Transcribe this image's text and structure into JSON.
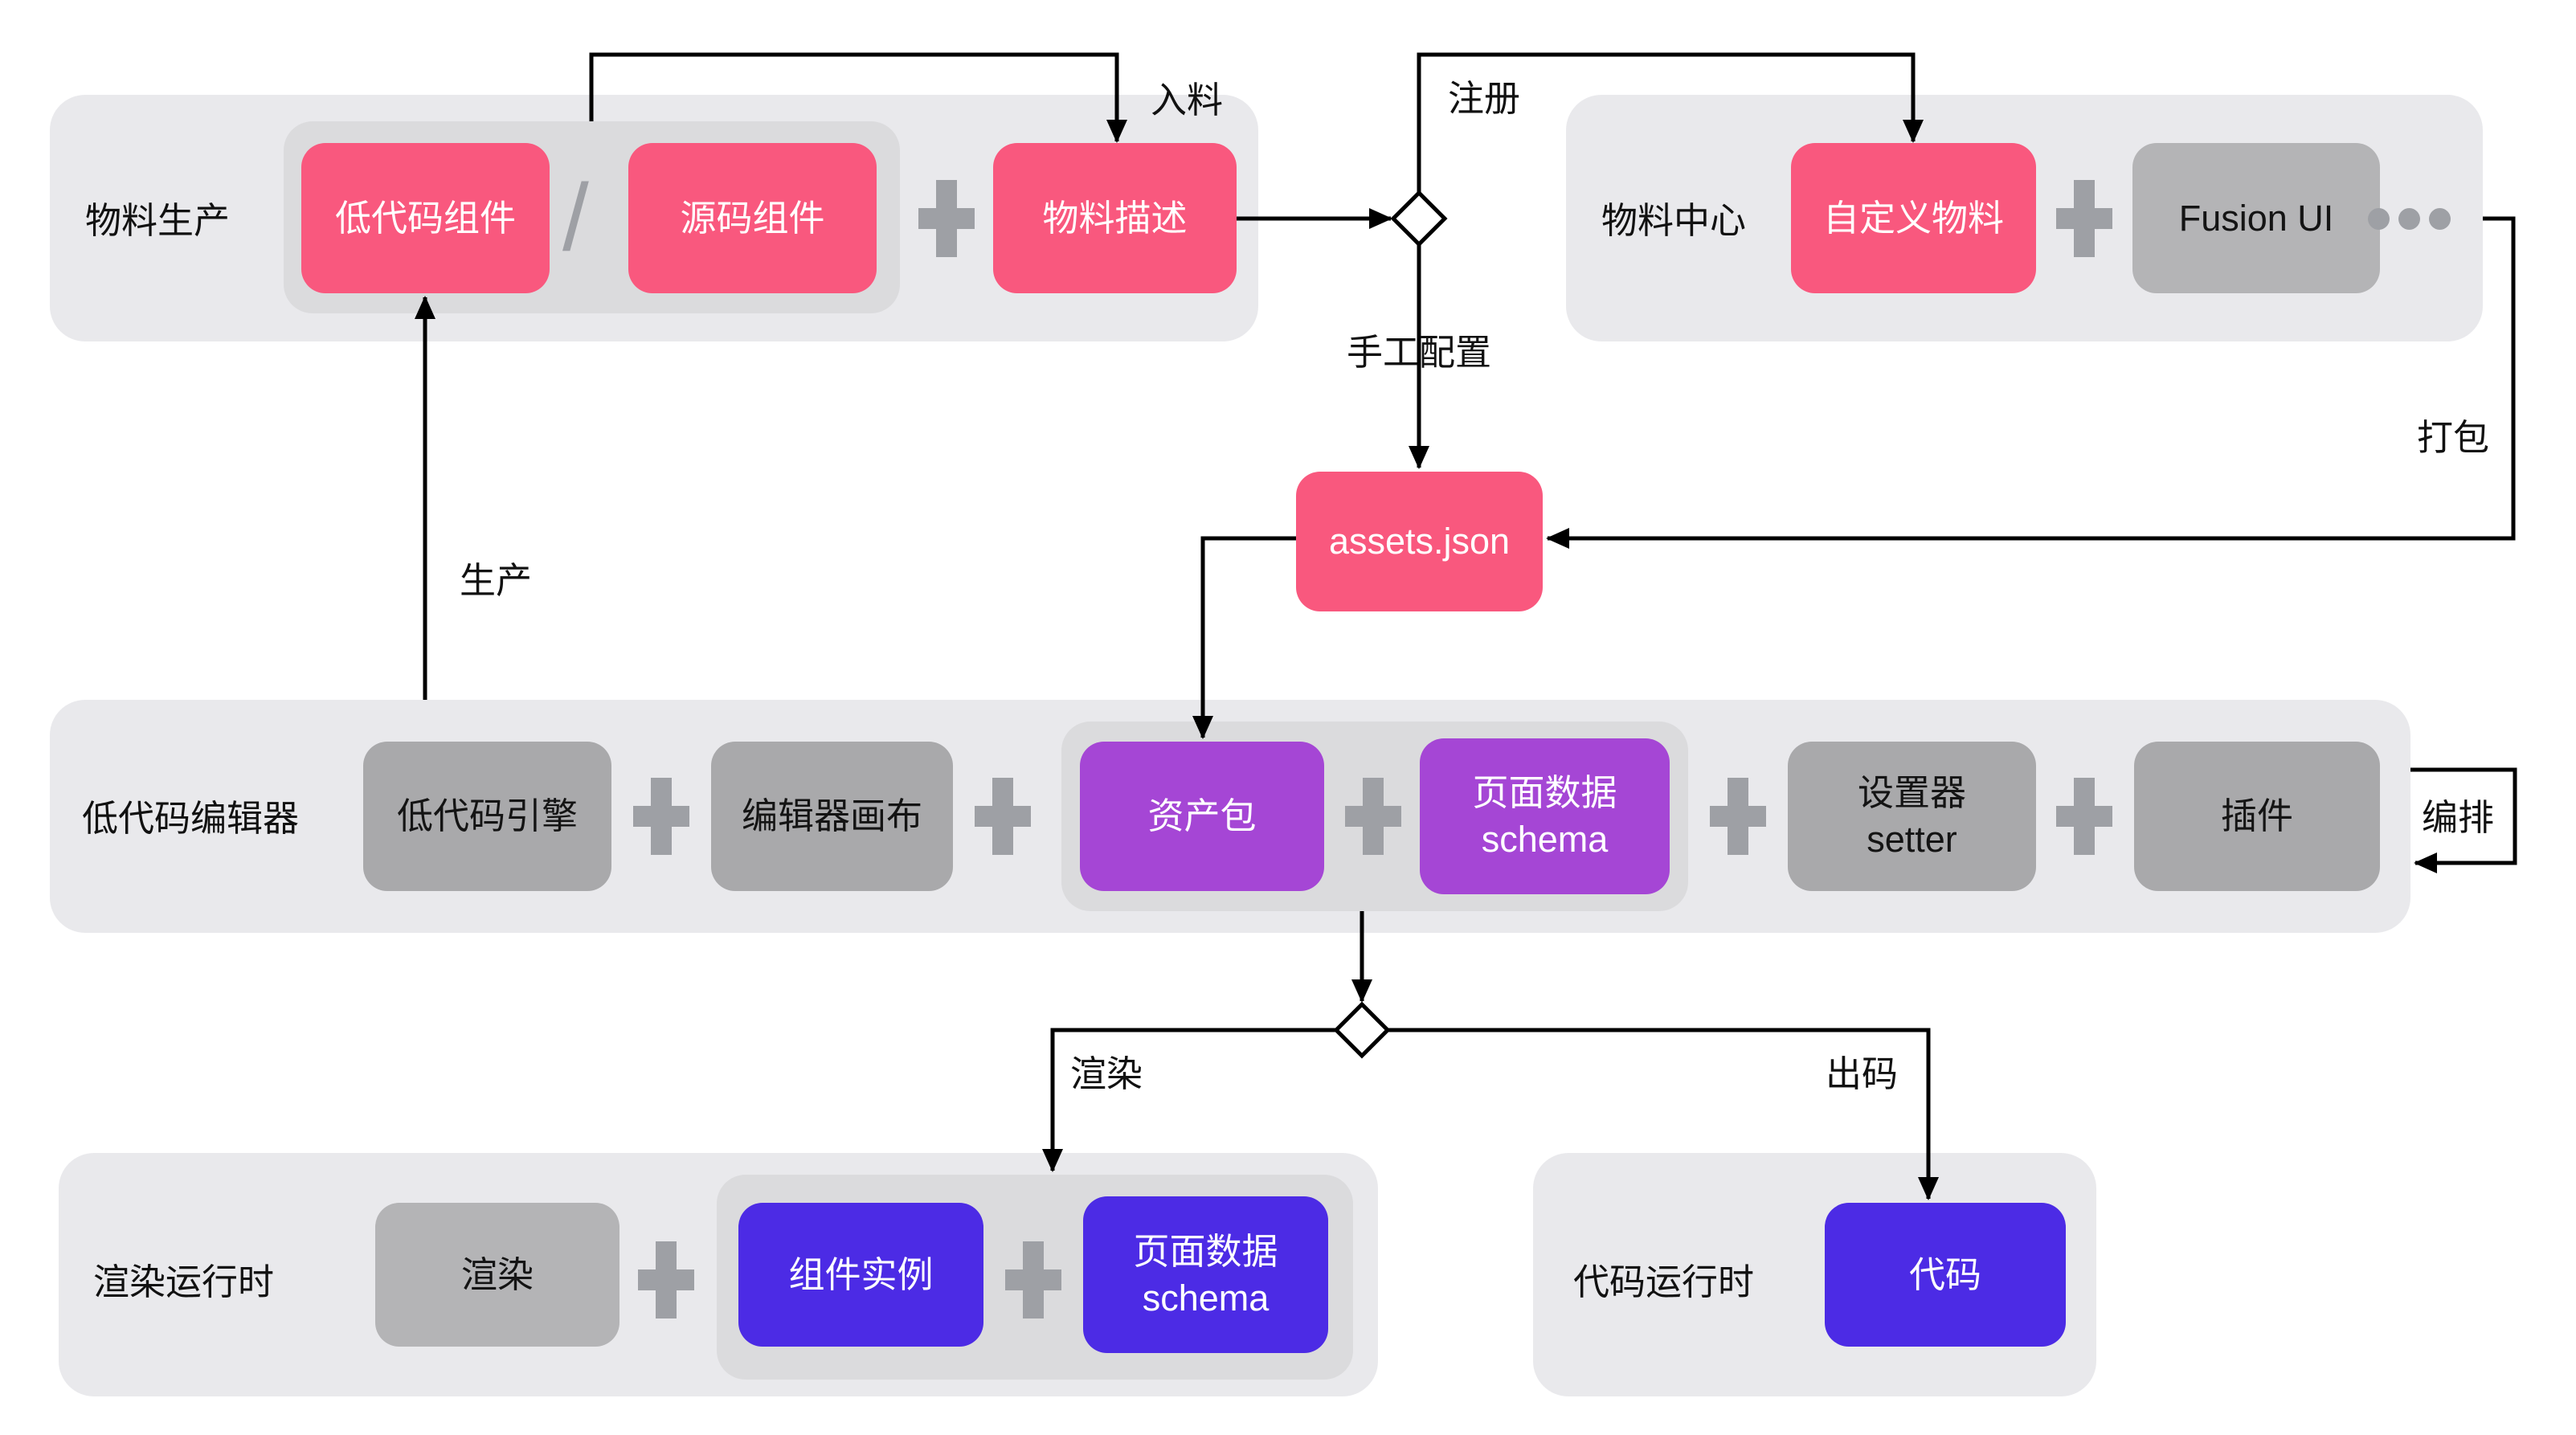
{
  "colors": {
    "pink": "#F9587E",
    "purple": "#A546D5",
    "indigo": "#4C2BE5",
    "grayNode": "#A9A9AB",
    "grayNodeLight": "#B4B4B6",
    "groupBg": "#E9E9EC",
    "subgroupBg": "#DBDBDD",
    "icon": "#9EA0A5",
    "line": "#000000",
    "labelText": "#111111"
  },
  "groups": {
    "material_production": {
      "label": "物料生产"
    },
    "material_center": {
      "label": "物料中心"
    },
    "lowcode_editor": {
      "label": "低代码编辑器"
    },
    "render_runtime": {
      "label": "渲染运行时"
    },
    "code_runtime": {
      "label": "代码运行时"
    }
  },
  "nodes": {
    "lowcode_component": "低代码组件",
    "source_component": "源码组件",
    "material_description": "物料描述",
    "custom_material": "自定义物料",
    "fusion_ui": "Fusion UI",
    "assets_json": "assets.json",
    "lowcode_engine": "低代码引擎",
    "editor_canvas": "编辑器画布",
    "asset_package": "资产包",
    "page_data_schema_editor": {
      "line1": "页面数据",
      "line2": "schema"
    },
    "setter": {
      "line1": "设置器",
      "line2": "setter"
    },
    "plugin": "插件",
    "render": "渲染",
    "component_instance": "组件实例",
    "page_data_schema_runtime": {
      "line1": "页面数据",
      "line2": "schema"
    },
    "code": "代码"
  },
  "edge_labels": {
    "intake": "入料",
    "register": "注册",
    "manual_config": "手工配置",
    "package": "打包",
    "produce": "生产",
    "orchestrate": "编排",
    "render": "渲染",
    "codegen": "出码"
  },
  "separators": {
    "slash": "/"
  }
}
